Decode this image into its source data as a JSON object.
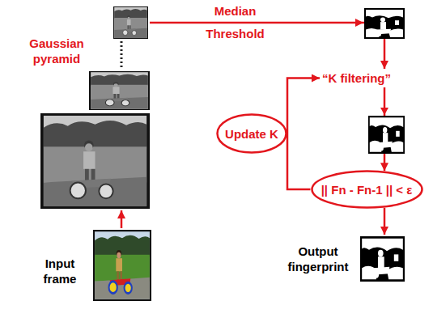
{
  "diagram": {
    "nodes": [
      {
        "text": [
          "Gaussian pyramid"
        ]
      },
      {
        "text": [
          "“K filtering”"
        ]
      },
      {
        "text": [
          "Update K"
        ]
      },
      {
        "text": [
          "|| Fn - Fn-1 || < ε"
        ]
      },
      {
        "text": [
          "Input frame"
        ]
      },
      {
        "text": [
          "Output fingerprint"
        ]
      }
    ],
    "edges": [
      {
        "from": 4,
        "to": 0,
        "arrow": "to"
      },
      {
        "from": 0,
        "to": 1,
        "label": "Median Threshold",
        "arrow": "to"
      },
      {
        "from": 1,
        "to": 3,
        "arrow": "to"
      },
      {
        "from": 3,
        "to": 2,
        "arrow": "none"
      },
      {
        "from": 2,
        "to": 1,
        "arrow": "to"
      },
      {
        "from": 3,
        "to": 5,
        "arrow": "to"
      }
    ]
  }
}
